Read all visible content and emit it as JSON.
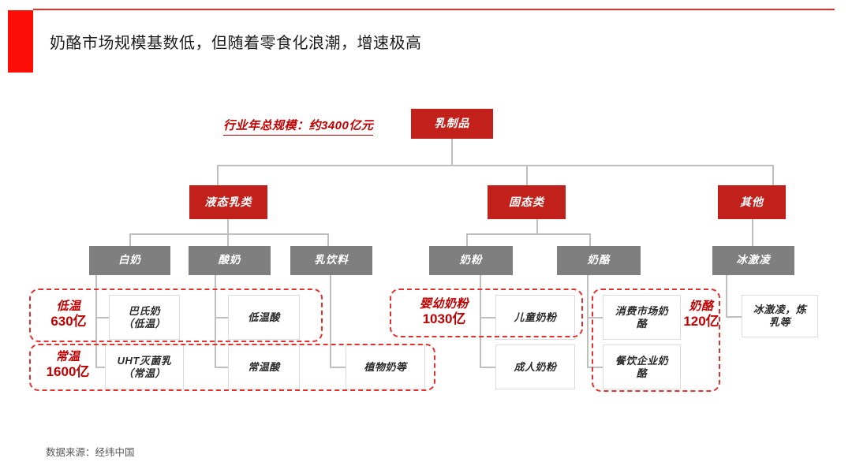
{
  "header": {
    "title": "奶酪市场规模基数低，但随着零食化浪潮，增速极高",
    "accent_color": "#fd0f07",
    "rule_color": "#f42a25"
  },
  "footer": {
    "source": "数据来源：经纬中国"
  },
  "callout": {
    "total_scale": "行业年总规模：约3400亿元"
  },
  "tree": {
    "root": {
      "label": "乳制品"
    },
    "level2": [
      {
        "label": "液态乳类"
      },
      {
        "label": "固态类"
      },
      {
        "label": "其他"
      }
    ],
    "level3": [
      {
        "label": "白奶"
      },
      {
        "label": "酸奶"
      },
      {
        "label": "乳饮料"
      },
      {
        "label": "奶粉"
      },
      {
        "label": "奶酪"
      },
      {
        "label": "冰激凌"
      }
    ],
    "leaves": {
      "baiai_low": "巴氏奶\n（低温）",
      "baiai_uht": "UHT灭菌乳\n（常温）",
      "yogurt_low": "低温酸",
      "yogurt_room": "常温酸",
      "drink_plant": "植物奶等",
      "powder_child": "儿童奶粉",
      "powder_adult": "成人奶粉",
      "cheese_consumer": "消费市场奶\n酪",
      "cheese_catering": "餐饮企业奶\n酪",
      "other_icecream": "冰激凌，炼\n乳等"
    }
  },
  "annotations": [
    {
      "name": "low-temp",
      "line1": "低温",
      "line2": "630亿"
    },
    {
      "name": "room-temp",
      "line1": "常温",
      "line2": "1600亿"
    },
    {
      "name": "infant-powder",
      "line1": "婴幼奶粉",
      "line2": "1030亿"
    },
    {
      "name": "cheese",
      "line1": "奶酪",
      "line2": "120亿"
    }
  ],
  "colors": {
    "red_node": "#c1201b",
    "gray_node": "#7f7f7f",
    "dashed": "#e0312c",
    "annotation_text": "#c00000",
    "connector": "#bfbfbf"
  }
}
